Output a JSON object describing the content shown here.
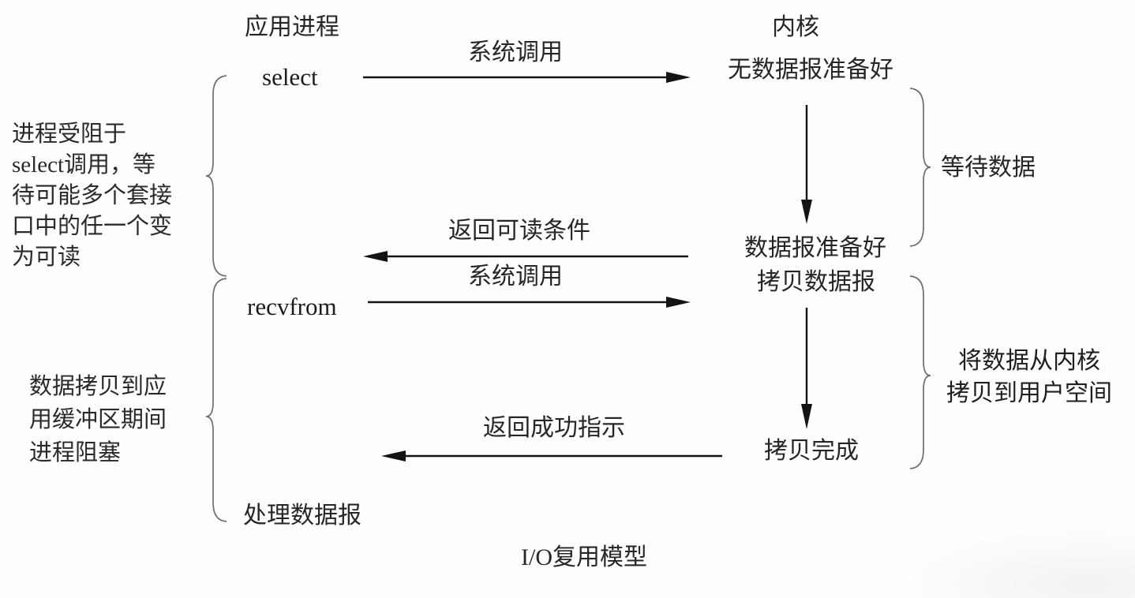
{
  "title": "I/O复用模型",
  "headers": {
    "application_process": "应用进程",
    "kernel": "内核"
  },
  "app_side": {
    "select_call": "select",
    "recvfrom_call": "recvfrom",
    "process_datagram": "处理数据报"
  },
  "kernel_side": {
    "no_datagram_ready": "无数据报准备好",
    "datagram_ready": "数据报准备好",
    "copy_datagram": "拷贝数据报",
    "copy_complete": "拷贝完成"
  },
  "arrow_labels": {
    "syscall_top": "系统调用",
    "return_readable": "返回可读条件",
    "syscall_bottom": "系统调用",
    "return_success": "返回成功指示"
  },
  "left_notes": {
    "block1": {
      "lines": [
        "进程受阻于",
        "select调用，等",
        "待可能多个套接",
        "口中的任一个变",
        "为可读"
      ]
    },
    "block2": {
      "lines": [
        "数据拷贝到应",
        "用缓冲区期间",
        "进程阻塞"
      ]
    }
  },
  "right_notes": {
    "wait_data": "等待数据",
    "copy_to_user": {
      "lines": [
        "将数据从内核",
        "拷贝到用户空间"
      ]
    }
  },
  "colors": {
    "text": "#262626",
    "arrow_line": "#141414",
    "brace_line": "#6d6d6d",
    "background": "#fefefe"
  }
}
